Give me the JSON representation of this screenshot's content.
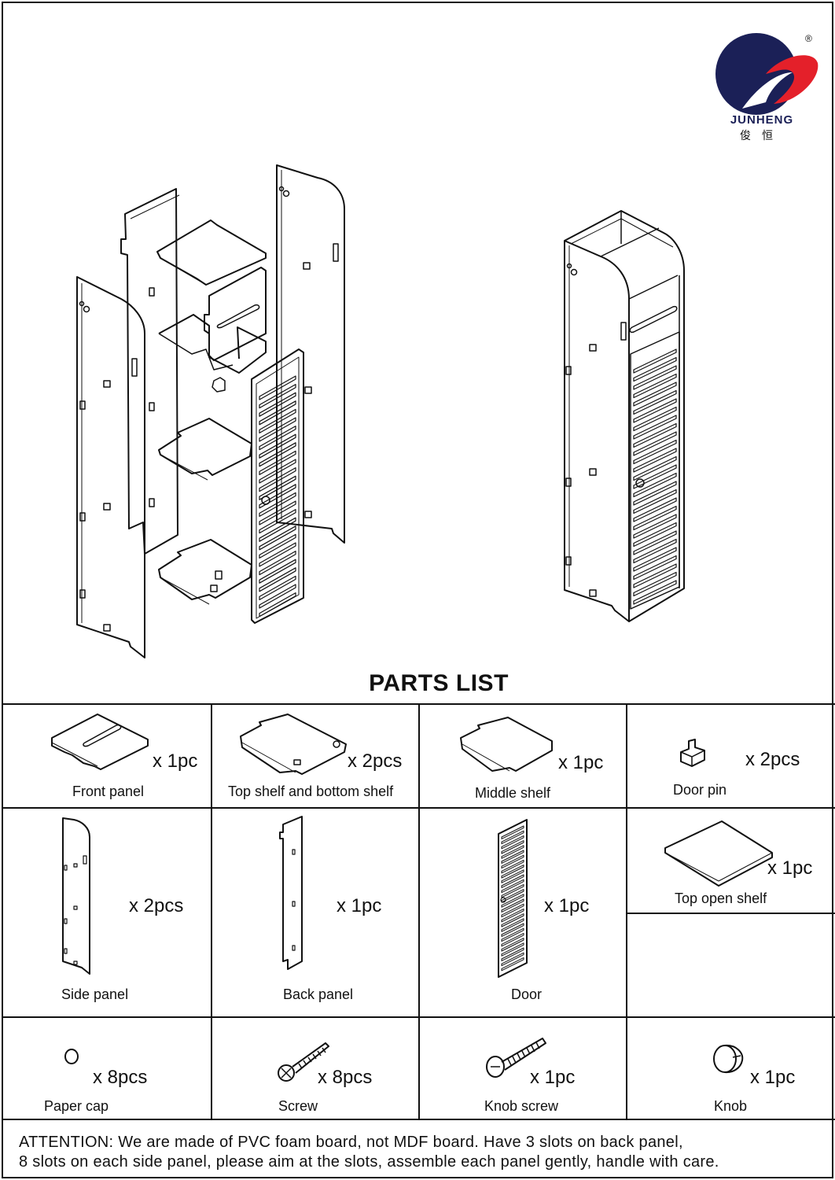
{
  "brand": {
    "name": "JUNHENG",
    "name_cn": "俊恒",
    "registered_mark": "®",
    "colors": {
      "navy": "#1b2057",
      "red": "#e4202a"
    }
  },
  "title": "PARTS LIST",
  "parts": [
    {
      "id": "front-panel",
      "label": "Front panel",
      "qty": "x 1pc"
    },
    {
      "id": "top-bottom-shelf",
      "label": "Top shelf and bottom shelf",
      "qty": "x 2pcs"
    },
    {
      "id": "middle-shelf",
      "label": "Middle shelf",
      "qty": "x 1pc"
    },
    {
      "id": "door-pin",
      "label": "Door pin",
      "qty": "x 2pcs"
    },
    {
      "id": "side-panel",
      "label": "Side panel",
      "qty": "x 2pcs"
    },
    {
      "id": "back-panel",
      "label": "Back panel",
      "qty": "x 1pc"
    },
    {
      "id": "door",
      "label": "Door",
      "qty": "x 1pc"
    },
    {
      "id": "top-open-shelf",
      "label": "Top open shelf",
      "qty": "x 1pc"
    },
    {
      "id": "paper-cap",
      "label": "Paper cap",
      "qty": "x 8pcs"
    },
    {
      "id": "screw",
      "label": "Screw",
      "qty": "x 8pcs"
    },
    {
      "id": "knob-screw",
      "label": "Knob screw",
      "qty": "x 1pc"
    },
    {
      "id": "knob",
      "label": "Knob",
      "qty": "x 1pc"
    }
  ],
  "attention": {
    "line1": "ATTENTION: We are made of PVC foam board, not MDF board.  Have 3 slots on back panel,",
    "line2": "8 slots on each side panel, please aim at the slots, assemble each panel gently, handle with care."
  }
}
